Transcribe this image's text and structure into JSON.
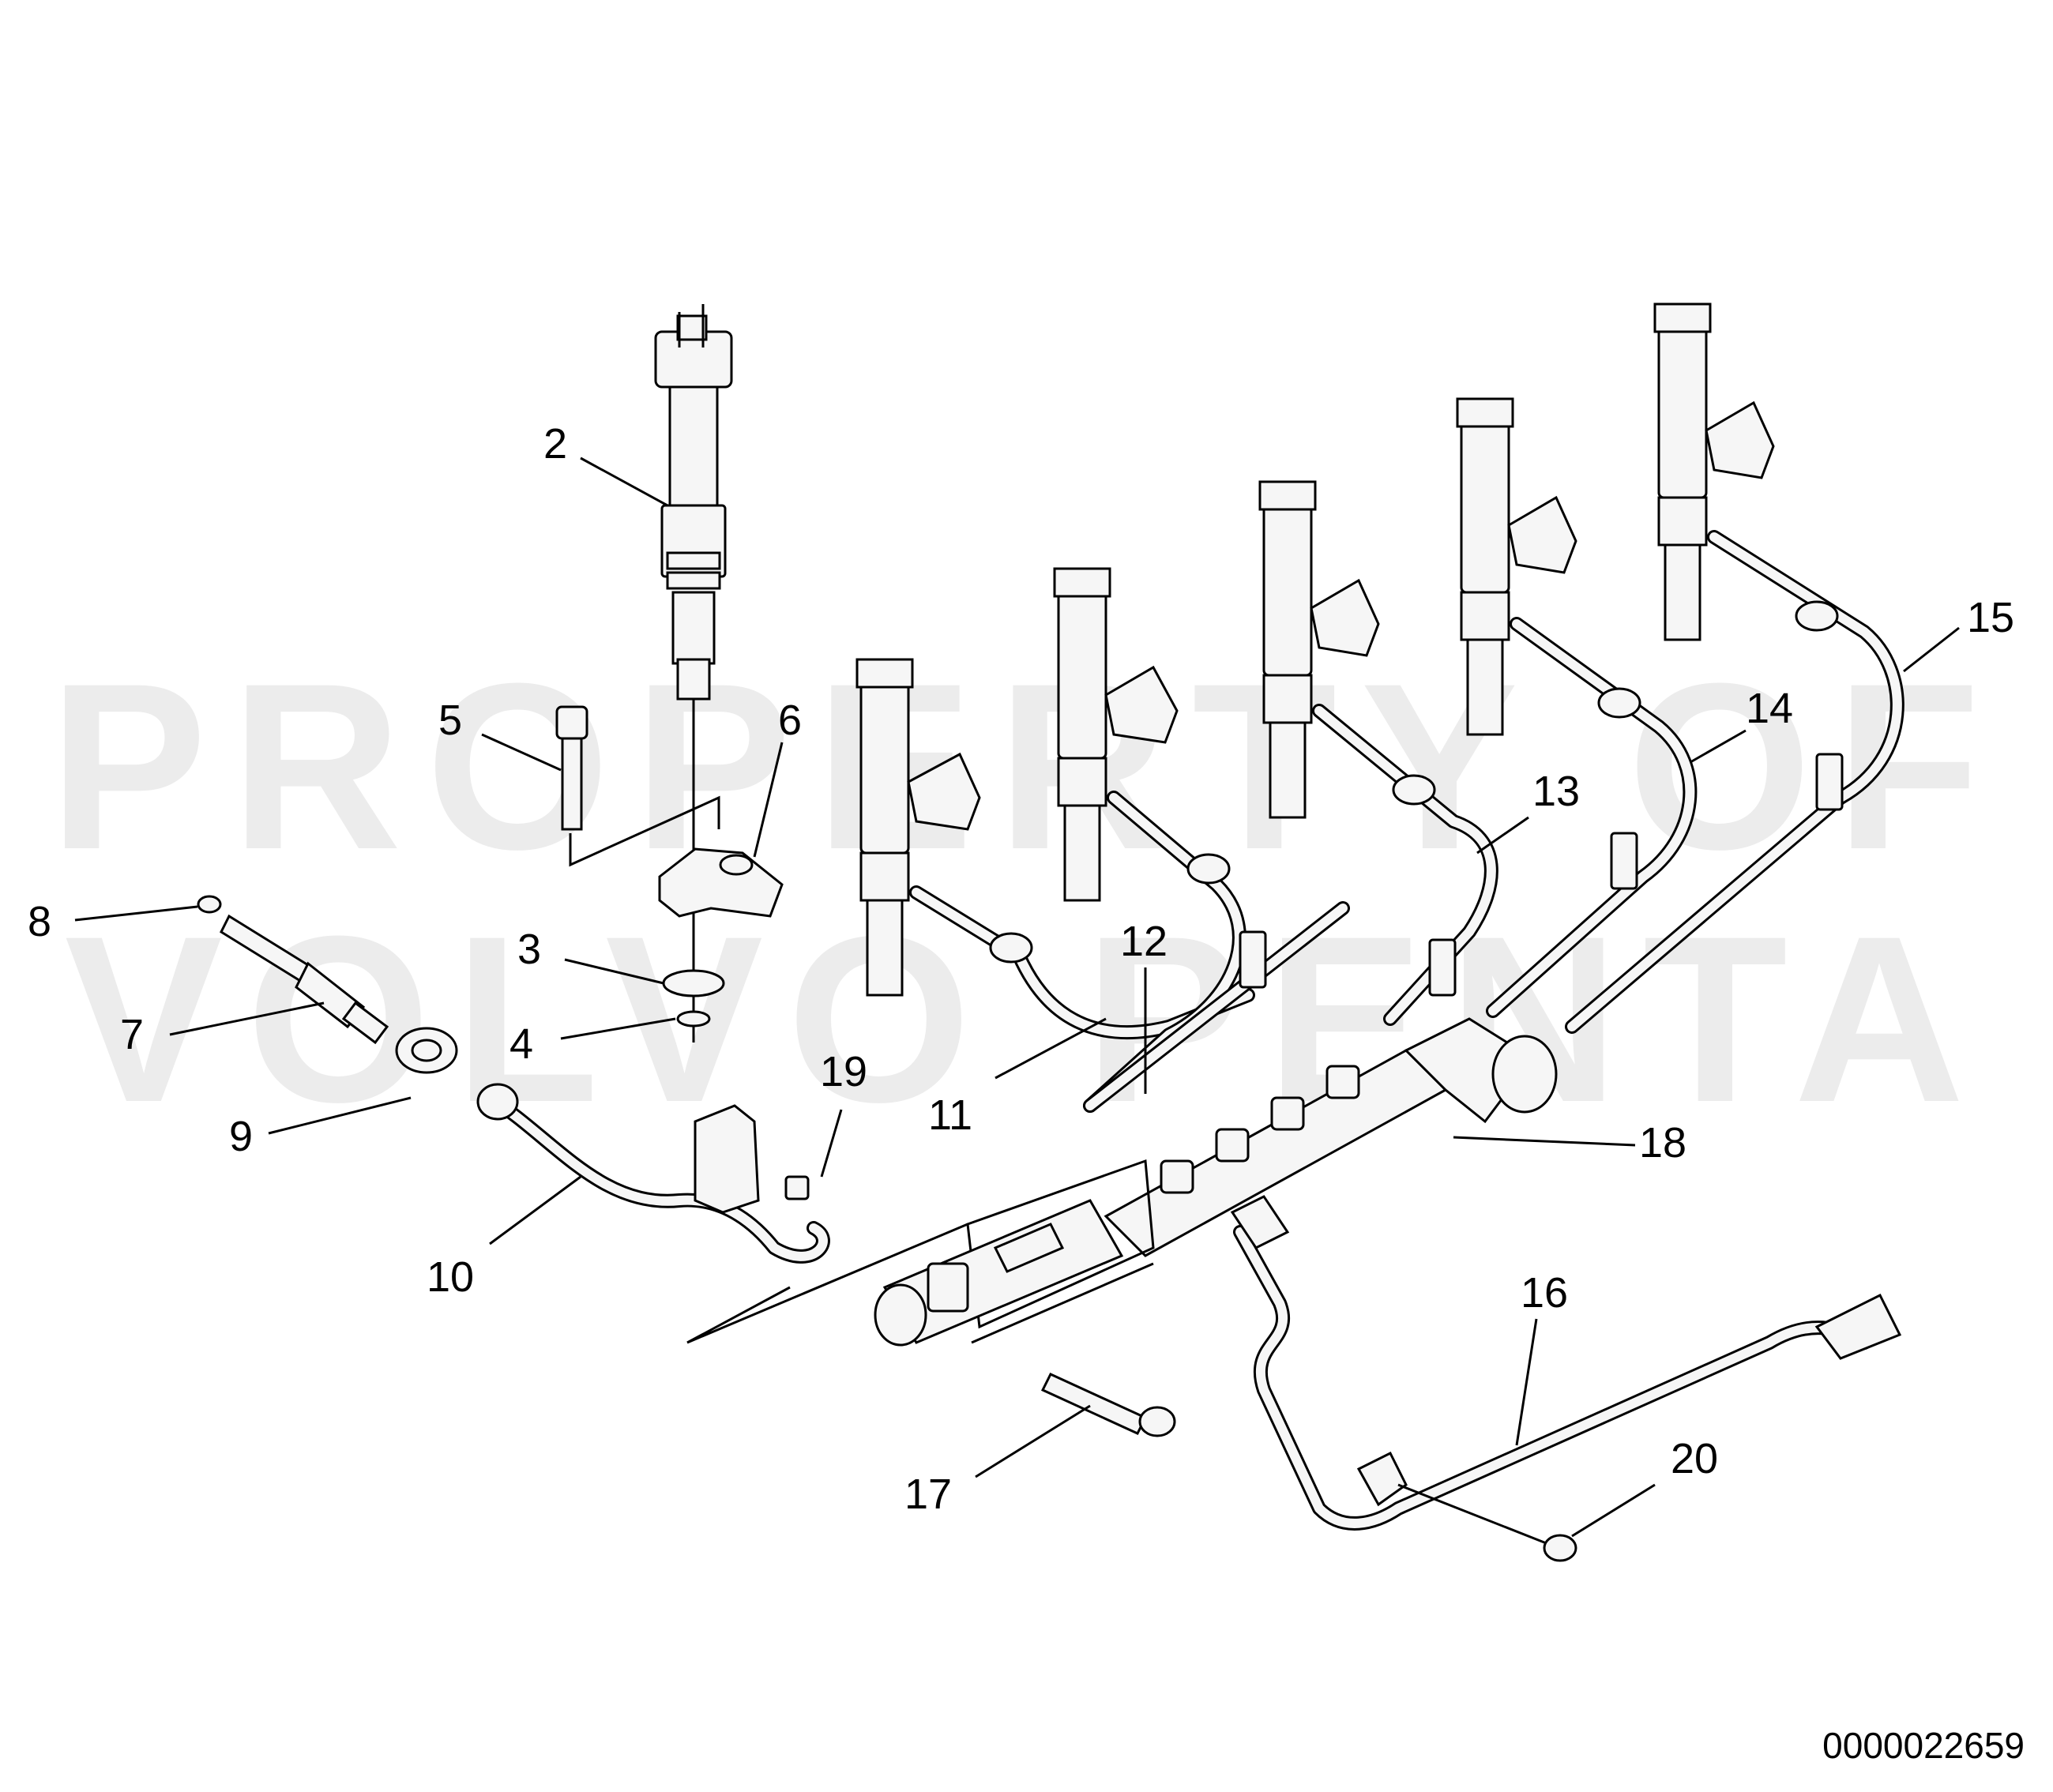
{
  "watermark": {
    "line1": "PROPERTY OF",
    "line2": "VOLVO PENTA"
  },
  "document_number": "0000022659",
  "callouts": [
    {
      "id": "c2",
      "label": "2"
    },
    {
      "id": "c3",
      "label": "3"
    },
    {
      "id": "c4",
      "label": "4"
    },
    {
      "id": "c5",
      "label": "5"
    },
    {
      "id": "c6",
      "label": "6"
    },
    {
      "id": "c7",
      "label": "7"
    },
    {
      "id": "c8",
      "label": "8"
    },
    {
      "id": "c9",
      "label": "9"
    },
    {
      "id": "c10",
      "label": "10"
    },
    {
      "id": "c11",
      "label": "11"
    },
    {
      "id": "c12",
      "label": "12"
    },
    {
      "id": "c13",
      "label": "13"
    },
    {
      "id": "c14",
      "label": "14"
    },
    {
      "id": "c15",
      "label": "15"
    },
    {
      "id": "c16",
      "label": "16"
    },
    {
      "id": "c17",
      "label": "17"
    },
    {
      "id": "c18",
      "label": "18"
    },
    {
      "id": "c19",
      "label": "19"
    },
    {
      "id": "c20",
      "label": "20"
    }
  ],
  "colors": {
    "line": "#000000",
    "part_fill": "#f6f6f6",
    "watermark": "#ececec",
    "background": "#ffffff"
  },
  "icons": [
    "fuel-injector-icon",
    "fuel-pipe-icon",
    "common-rail-icon",
    "bolt-icon",
    "clamp-bracket-icon",
    "o-ring-icon"
  ]
}
